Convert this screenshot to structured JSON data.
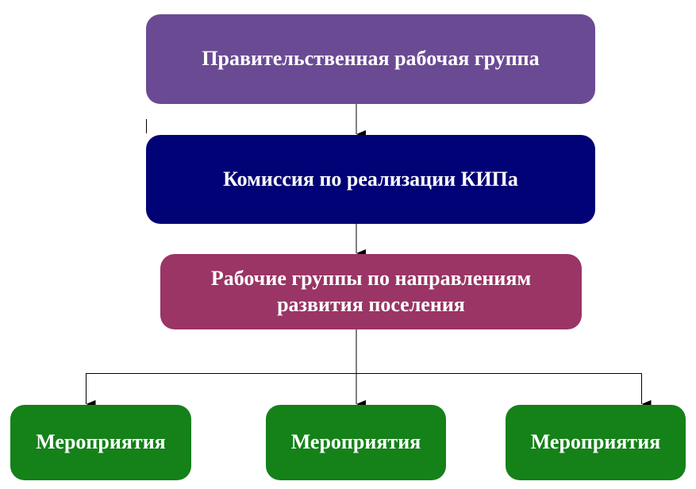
{
  "diagram": {
    "top_box": {
      "label": "Правительственная рабочая группа",
      "color": "#6b4a94"
    },
    "commission_box": {
      "label": "Комиссия по реализации КИПа",
      "color": "#000275"
    },
    "groups_box": {
      "line1": "Рабочие группы по направлениям",
      "line2": "развития поселения",
      "color": "#9a3565"
    },
    "events": [
      {
        "label": "Мероприятия",
        "color": "#148119"
      },
      {
        "label": "Мероприятия",
        "color": "#148119"
      },
      {
        "label": "Мероприятия",
        "color": "#148119"
      }
    ],
    "connector_color": "#000000"
  }
}
